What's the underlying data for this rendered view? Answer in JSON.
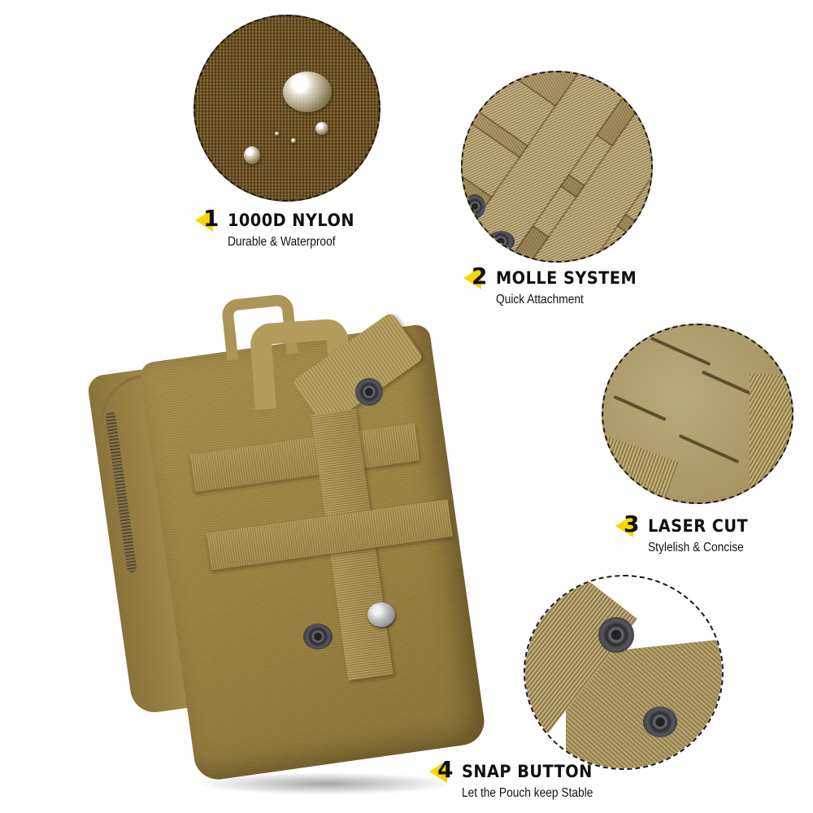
{
  "product": {
    "description": "Tactical MOLLE utility pouch in coyote tan with snap buttons",
    "colors": {
      "fabric": "#a48c58",
      "accent_badge": "#f5d800",
      "text": "#111111",
      "background": "#ffffff"
    }
  },
  "features": [
    {
      "number": "1",
      "title": "1000D NYLON",
      "subtitle": "Durable & Waterproof",
      "icon": "water-drop-fabric-closeup"
    },
    {
      "number": "2",
      "title": "MOLLE SYSTEM",
      "subtitle": "Quick Attachment",
      "icon": "molle-webbing-closeup"
    },
    {
      "number": "3",
      "title": "LASER CUT",
      "subtitle": "Stylelish & Concise",
      "icon": "laser-cut-panel-closeup"
    },
    {
      "number": "4",
      "title": "SNAP BUTTON",
      "subtitle": "Let the Pouch keep Stable",
      "icon": "snap-button-closeup"
    }
  ]
}
